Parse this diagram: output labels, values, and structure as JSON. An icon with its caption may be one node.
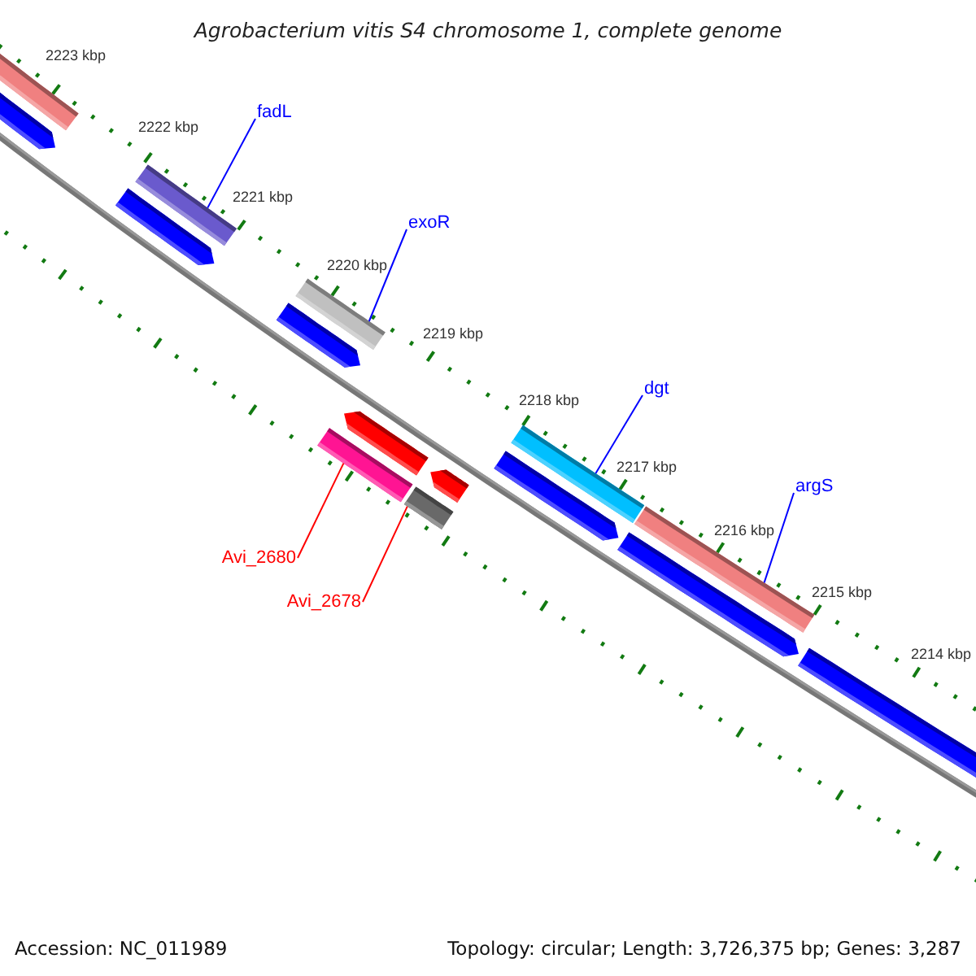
{
  "diagram": {
    "title": "Agrobacterium vitis S4 chromosome 1, complete genome",
    "nodes": [
      {
        "text": [
          "fadL"
        ]
      },
      {
        "text": [
          "exoR"
        ]
      },
      {
        "text": [
          "dgt"
        ]
      },
      {
        "text": [
          "argS"
        ]
      },
      {
        "text": [
          "Avi_2680"
        ]
      },
      {
        "text": [
          "Avi_2678"
        ]
      },
      {
        "text": [],
        "shape": "bar"
      },
      {
        "text": [],
        "shape": "bar"
      },
      {
        "text": [],
        "shape": "bar"
      },
      {
        "text": [],
        "shape": "bar"
      },
      {
        "text": [],
        "shape": "bar"
      },
      {
        "text": [],
        "shape": "bar"
      }
    ],
    "edges": [
      {
        "from": 0,
        "to": 6,
        "arrow": "none"
      },
      {
        "from": 1,
        "to": 7,
        "arrow": "none"
      },
      {
        "from": 2,
        "to": 8,
        "arrow": "none"
      },
      {
        "from": 3,
        "to": 9,
        "arrow": "none"
      },
      {
        "from": 4,
        "to": 10,
        "arrow": "none",
        "color": "#ff0000"
      },
      {
        "from": 5,
        "to": 11,
        "arrow": "none",
        "color": "#ff0000"
      }
    ],
    "labels": [
      "2223 kbp",
      "2222 kbp",
      "2221 kbp",
      "2220 kbp",
      "2219 kbp",
      "2218 kbp",
      "2217 kbp",
      "2216 kbp",
      "2215 kbp",
      "2214 kbp",
      "Accession: NC_011989",
      "Topology: circular; Length: 3,726,375 bp; Genes: 3,287"
    ]
  }
}
